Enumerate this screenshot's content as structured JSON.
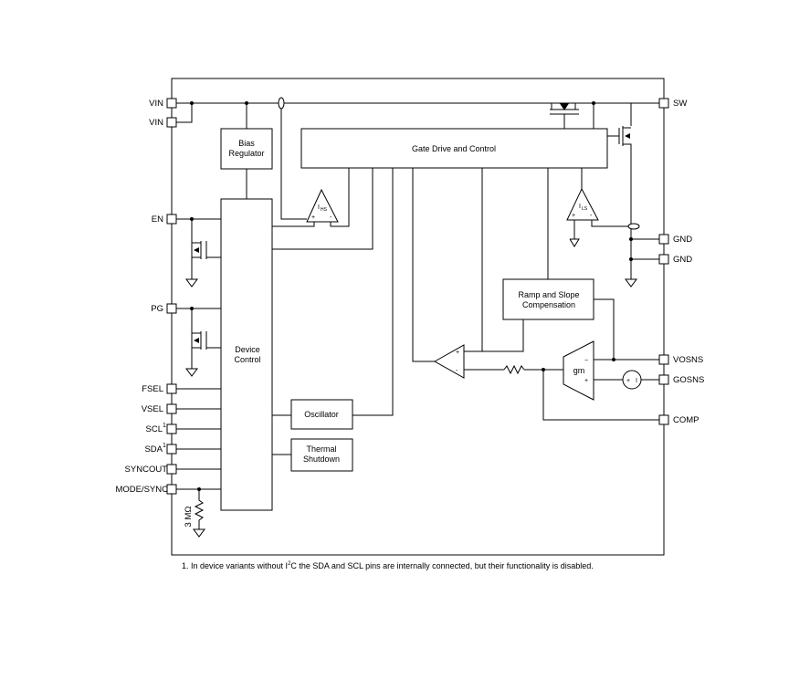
{
  "pins_left": {
    "vin1": "VIN",
    "vin2": "VIN",
    "en": "EN",
    "pg": "PG",
    "fsel": "FSEL",
    "vsel": "VSEL",
    "scl": "SCL",
    "scl_sup": "1",
    "sda": "SDA",
    "sda_sup": "1",
    "syncout": "SYNCOUT",
    "mode_sync": "MODE/SYNC"
  },
  "pins_right": {
    "sw": "SW",
    "gnd1": "GND",
    "gnd2": "GND",
    "vosns": "VOSNS",
    "gosns": "GOSNS",
    "comp": "COMP"
  },
  "blocks": {
    "bias_line1": "Bias",
    "bias_line2": "Regulator",
    "gate_drive": "Gate Drive and Control",
    "device_line1": "Device",
    "device_line2": "Control",
    "oscillator": "Oscillator",
    "thermal_line1": "Thermal",
    "thermal_line2": "Shutdown",
    "ramp_line1": "Ramp and Slope",
    "ramp_line2": "Compensation"
  },
  "labels": {
    "ihs": "I",
    "ihs_sub": "HS",
    "ils": "I",
    "ils_sub": "LS",
    "gm": "gm",
    "resistor": "3 MΩ",
    "plus": "+",
    "minus": "−",
    "minus_short": "-",
    "src_plus": "+",
    "src_minus": "I"
  },
  "footnote": {
    "part1": "1. In device variants without I",
    "sup": "2",
    "part2": "C the SDA and SCL pins are internally connected, but their functionality is disabled."
  }
}
